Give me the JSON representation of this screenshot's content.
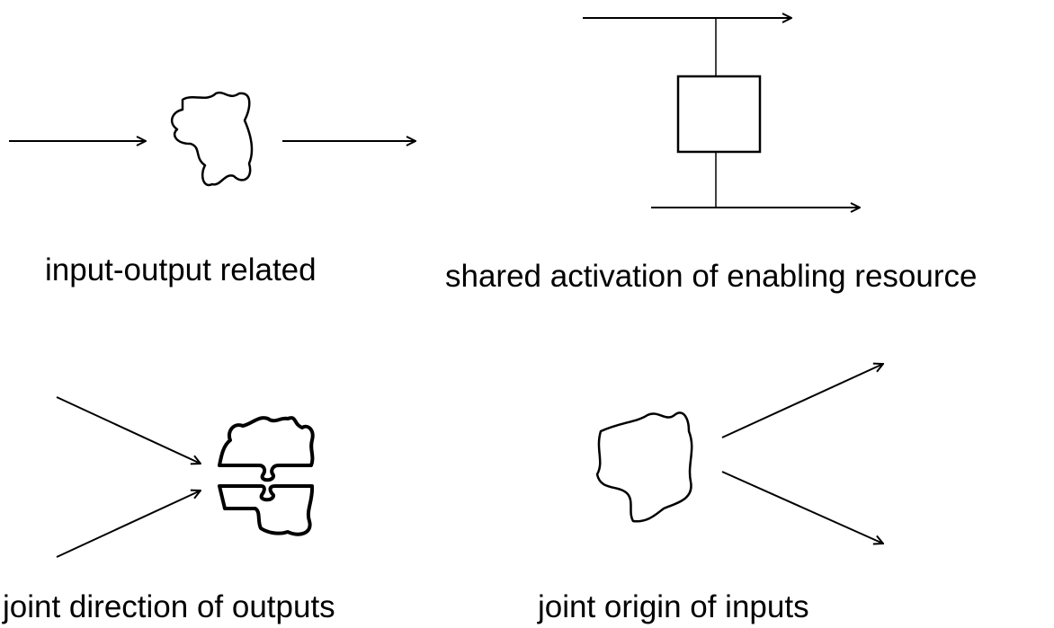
{
  "diagram": {
    "line_color": "#000000",
    "background": "#ffffff",
    "panels": [
      {
        "id": "input-output",
        "caption": "input-output related"
      },
      {
        "id": "shared-activation",
        "caption": "shared activation of enabling resource"
      },
      {
        "id": "joint-direction",
        "caption": "joint direction of outputs"
      },
      {
        "id": "joint-origin",
        "caption": "joint origin of inputs"
      }
    ]
  }
}
